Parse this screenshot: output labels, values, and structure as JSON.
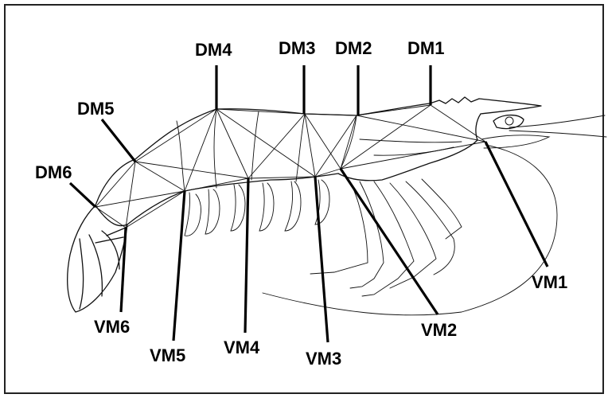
{
  "figure": {
    "landmarks": [
      {
        "id": "DM1",
        "label": "DM1"
      },
      {
        "id": "DM2",
        "label": "DM2"
      },
      {
        "id": "DM3",
        "label": "DM3"
      },
      {
        "id": "DM4",
        "label": "DM4"
      },
      {
        "id": "DM5",
        "label": "DM5"
      },
      {
        "id": "DM6",
        "label": "DM6"
      },
      {
        "id": "VM1",
        "label": "VM1"
      },
      {
        "id": "VM2",
        "label": "VM2"
      },
      {
        "id": "VM3",
        "label": "VM3"
      },
      {
        "id": "VM4",
        "label": "VM4"
      },
      {
        "id": "VM5",
        "label": "VM5"
      },
      {
        "id": "VM6",
        "label": "VM6"
      }
    ]
  }
}
